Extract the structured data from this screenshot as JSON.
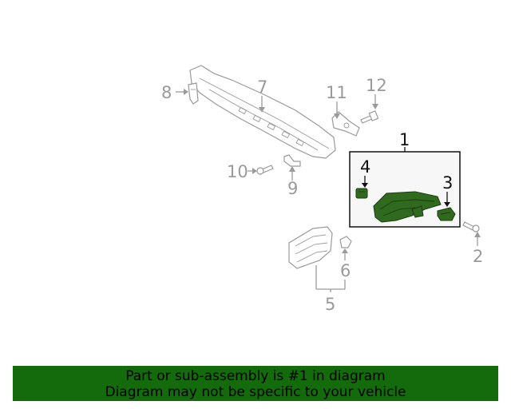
{
  "diagram": {
    "highlighted_callout": "1",
    "callouts": {
      "c1": "1",
      "c2": "2",
      "c3": "3",
      "c4": "4",
      "c5": "5",
      "c6": "6",
      "c7": "7",
      "c8": "8",
      "c9": "9",
      "c10": "10",
      "c11": "11",
      "c12": "12"
    },
    "colors": {
      "highlight_fill": "#2f6a1e",
      "callout_grey": "#9a9a9a",
      "callout_dark": "#111111",
      "banner_bg": "#146b0c"
    }
  },
  "banner": {
    "line1": "Part or sub-assembly is #1 in diagram",
    "line2": "Diagram may not be specific to your vehicle"
  }
}
